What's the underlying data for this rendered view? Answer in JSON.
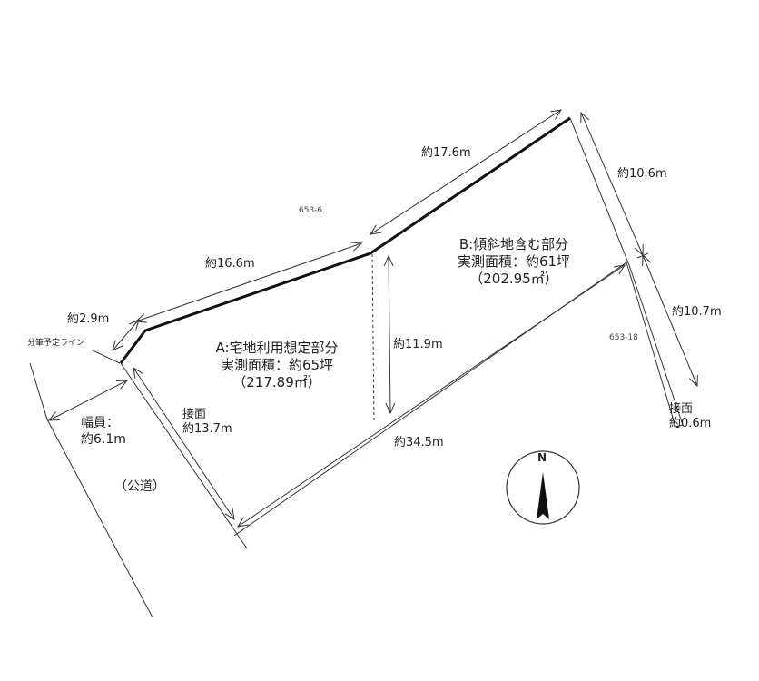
{
  "parcels": {
    "north": "653-6",
    "east": "653-18"
  },
  "area_a": {
    "title": "A:宅地利用想定部分",
    "measured": "実測面積：約65坪",
    "sqm": "（217.89㎡）"
  },
  "area_b": {
    "title": "B:傾斜地含む部分",
    "measured": "実測面積：約61坪",
    "sqm": "（202.95㎡）"
  },
  "dimensions": {
    "d17_6": "約17.6m",
    "d16_6": "約16.6m",
    "d2_9": "約2.9m",
    "d10_6": "約10.6m",
    "d10_7": "約10.7m",
    "d11_9": "約11.9m",
    "d34_5": "約34.5m"
  },
  "split_line_label": "分筆予定ライン",
  "frontage_main": {
    "label": "接面",
    "value": "約13.7m"
  },
  "frontage_east": {
    "label": "接面",
    "value": "約0.6m"
  },
  "road": {
    "width_label": "幅員：",
    "width_value": "約6.1m",
    "type": "（公道）"
  },
  "compass": {
    "north_label": "N"
  }
}
